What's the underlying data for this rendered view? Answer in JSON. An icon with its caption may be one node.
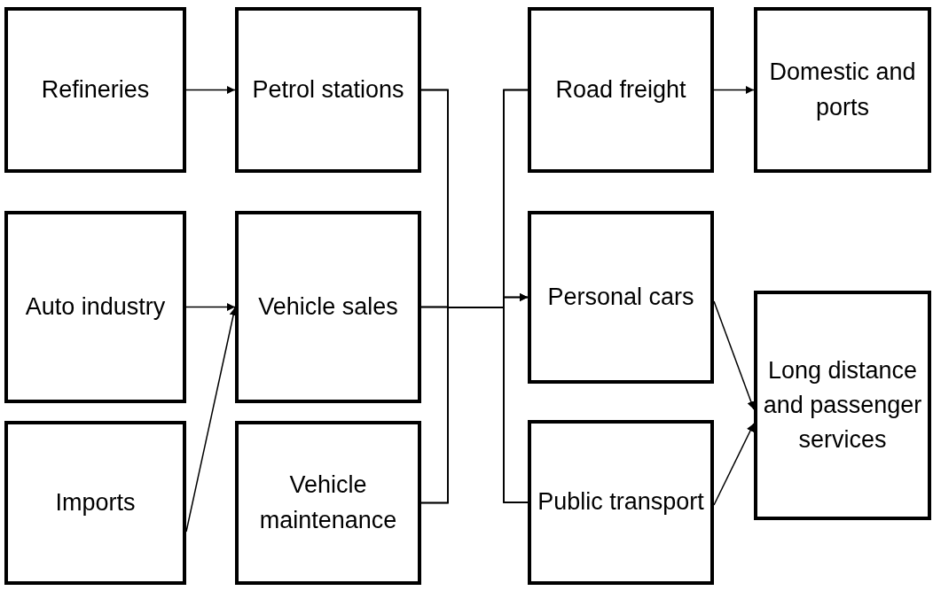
{
  "diagram": {
    "nodes": [
      {
        "text": [
          "Refineries"
        ]
      },
      {
        "text": [
          "Petrol stations"
        ]
      },
      {
        "text": [
          "Road freight"
        ]
      },
      {
        "text": [
          "Domestic and ports"
        ]
      },
      {
        "text": [
          "Auto industry"
        ]
      },
      {
        "text": [
          "Vehicle sales"
        ]
      },
      {
        "text": [
          "Personal cars"
        ]
      },
      {
        "text": [
          "Long distance and passenger services"
        ]
      },
      {
        "text": [
          "Imports"
        ]
      },
      {
        "text": [
          "Vehicle maintenance"
        ]
      },
      {
        "text": [
          "Public transport"
        ]
      }
    ],
    "edges": [
      {
        "from": 0,
        "to": 1,
        "arrow": "to"
      },
      {
        "from": 1,
        "to": 6,
        "arrow": "to"
      },
      {
        "from": 5,
        "to": 6,
        "arrow": "to"
      },
      {
        "from": 9,
        "to": 6,
        "arrow": "to"
      },
      {
        "from": 1,
        "to": 2,
        "arrow": "none"
      },
      {
        "from": 5,
        "to": 2,
        "arrow": "none"
      },
      {
        "from": 9,
        "to": 2,
        "arrow": "none"
      },
      {
        "from": 1,
        "to": 10,
        "arrow": "none"
      },
      {
        "from": 5,
        "to": 10,
        "arrow": "none"
      },
      {
        "from": 9,
        "to": 10,
        "arrow": "none"
      },
      {
        "from": 2,
        "to": 3,
        "arrow": "to"
      },
      {
        "from": 4,
        "to": 5,
        "arrow": "to"
      },
      {
        "from": 8,
        "to": 5,
        "arrow": "to"
      },
      {
        "from": 6,
        "to": 7,
        "arrow": "to"
      },
      {
        "from": 10,
        "to": 7,
        "arrow": "to"
      }
    ]
  }
}
